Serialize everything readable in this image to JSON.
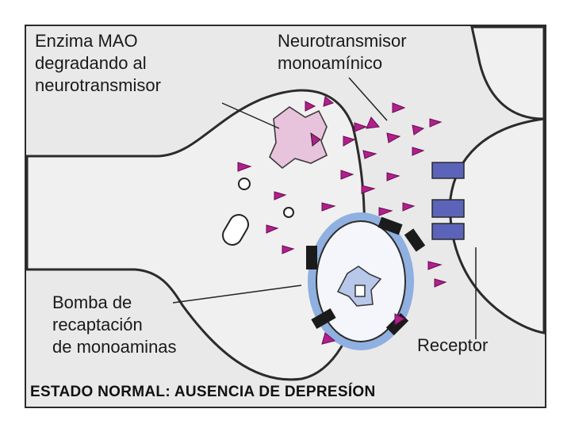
{
  "labels": {
    "mao": [
      "Enzima MAO",
      "degradando al",
      "neurotransmisor"
    ],
    "neurotransmitter": [
      "Neurotransmisor",
      "monoamínico"
    ],
    "pump": [
      "Bomba de",
      "recaptación",
      "de monoaminas"
    ],
    "receptor": "Receptor"
  },
  "caption": "ESTADO NORMAL: AUSENCIA DE DEPRESÍON",
  "colors": {
    "frame": "#2b2b2b",
    "cell_fill": "#ececec",
    "mao_enzyme": "#e8c4dc",
    "neurotransmitter": "#b0208a",
    "receptor": "#5b64b8",
    "vesicle_ring": "#8fb0e0",
    "pump": "#1b1b1b"
  }
}
